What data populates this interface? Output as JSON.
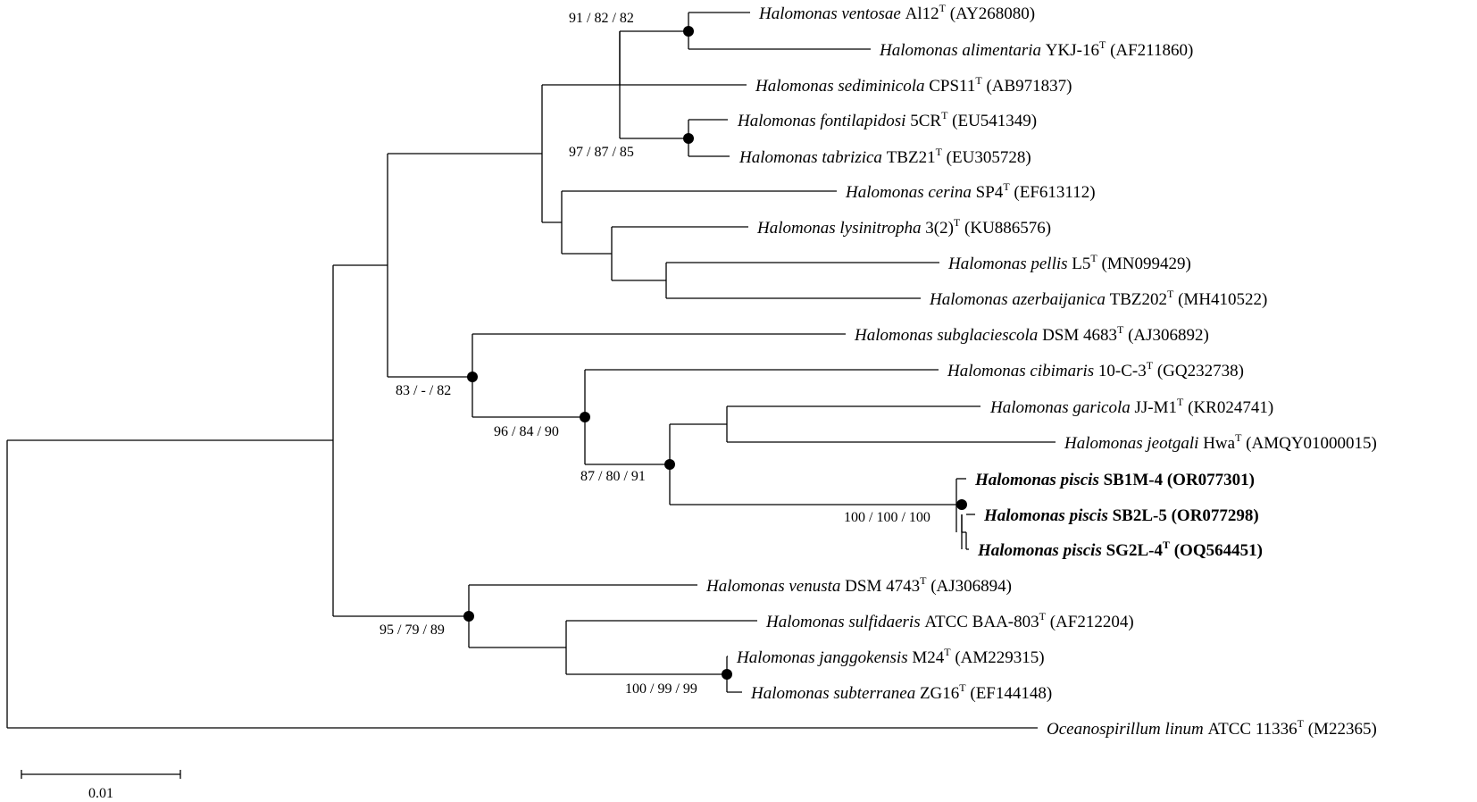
{
  "taxa": [
    {
      "id": "t1",
      "genus": "Halomonas",
      "species": "ventosae",
      "strain": "Al12",
      "type_strain": true,
      "accession": "(AY268080)",
      "bold": false
    },
    {
      "id": "t2",
      "genus": "Halomonas",
      "species": "alimentaria",
      "strain": "YKJ-16",
      "type_strain": true,
      "accession": "(AF211860)",
      "bold": false
    },
    {
      "id": "t3",
      "genus": "Halomonas",
      "species": "sediminicola",
      "strain": "CPS11",
      "type_strain": true,
      "accession": "(AB971837)",
      "bold": false
    },
    {
      "id": "t4",
      "genus": "Halomonas",
      "species": "fontilapidosi",
      "strain": "5CR",
      "type_strain": true,
      "accession": "(EU541349)",
      "bold": false
    },
    {
      "id": "t5",
      "genus": "Halomonas",
      "species": "tabrizica",
      "strain": "TBZ21",
      "type_strain": true,
      "accession": "(EU305728)",
      "bold": false
    },
    {
      "id": "t6",
      "genus": "Halomonas",
      "species": "cerina",
      "strain": "SP4",
      "type_strain": true,
      "accession": "(EF613112)",
      "bold": false
    },
    {
      "id": "t7",
      "genus": "Halomonas",
      "species": "lysinitropha",
      "strain": "3(2)",
      "type_strain": true,
      "accession": "(KU886576)",
      "bold": false
    },
    {
      "id": "t8",
      "genus": "Halomonas",
      "species": "pellis",
      "strain": "L5",
      "type_strain": true,
      "accession": "(MN099429)",
      "bold": false
    },
    {
      "id": "t9",
      "genus": "Halomonas",
      "species": "azerbaijanica",
      "strain": "TBZ202",
      "type_strain": true,
      "accession": "(MH410522)",
      "bold": false
    },
    {
      "id": "t10",
      "genus": "Halomonas",
      "species": "subglaciescola",
      "strain": "DSM 4683",
      "type_strain": true,
      "accession": "(AJ306892)",
      "bold": false
    },
    {
      "id": "t11",
      "genus": "Halomonas",
      "species": "cibimaris",
      "strain": "10-C-3",
      "type_strain": true,
      "accession": "(GQ232738)",
      "bold": false
    },
    {
      "id": "t12",
      "genus": "Halomonas",
      "species": "garicola",
      "strain": "JJ-M1",
      "type_strain": true,
      "accession": "(KR024741)",
      "bold": false
    },
    {
      "id": "t13",
      "genus": "Halomonas",
      "species": "jeotgali",
      "strain": "Hwa",
      "type_strain": true,
      "accession": "(AMQY01000015)",
      "bold": false
    },
    {
      "id": "t14",
      "genus": "Halomonas",
      "species": "piscis",
      "strain": "SB1M-4",
      "type_strain": false,
      "accession": "(OR077301)",
      "bold": true
    },
    {
      "id": "t15",
      "genus": "Halomonas",
      "species": "piscis",
      "strain": "SB2L-5",
      "type_strain": false,
      "accession": "(OR077298)",
      "bold": true
    },
    {
      "id": "t16",
      "genus": "Halomonas",
      "species": "piscis",
      "strain": "SG2L-4",
      "type_strain": true,
      "accession": "(OQ564451)",
      "bold": true
    },
    {
      "id": "t17",
      "genus": "Halomonas",
      "species": "venusta",
      "strain": "DSM 4743",
      "type_strain": true,
      "accession": "(AJ306894)",
      "bold": false
    },
    {
      "id": "t18",
      "genus": "Halomonas",
      "species": "sulfidaeris",
      "strain": "ATCC BAA-803",
      "type_strain": true,
      "accession": "(AF212204)",
      "bold": false
    },
    {
      "id": "t19",
      "genus": "Halomonas",
      "species": "janggokensis",
      "strain": "M24",
      "type_strain": true,
      "accession": "(AM229315)",
      "bold": false
    },
    {
      "id": "t20",
      "genus": "Halomonas",
      "species": "subterranea",
      "strain": "ZG16",
      "type_strain": true,
      "accession": "(EF144148)",
      "bold": false
    },
    {
      "id": "t21",
      "genus": "Oceanospirillum",
      "species": "linum",
      "strain": "ATCC 11336",
      "type_strain": true,
      "accession": "(M22365)",
      "bold": false
    }
  ],
  "type_strain_mark": "T",
  "bootstrap": [
    {
      "node": "n_ventosae_alimentaria",
      "label": "91 / 82 / 82"
    },
    {
      "node": "n_fontilapidosi_tabrizica",
      "label": "97 / 87 / 85"
    },
    {
      "node": "n_subglaciescola_group",
      "label": "83 / - / 82"
    },
    {
      "node": "n_cibimaris_group",
      "label": "96 / 84 / 90"
    },
    {
      "node": "n_garicola_piscis",
      "label": "87 / 80 / 91"
    },
    {
      "node": "n_piscis",
      "label": "100 / 100 / 100"
    },
    {
      "node": "n_venusta_group",
      "label": "95 / 79 / 89"
    },
    {
      "node": "n_janggokensis_subterranea",
      "label": "100 / 99 / 99"
    }
  ],
  "scale_bar": {
    "label": "0.01"
  }
}
